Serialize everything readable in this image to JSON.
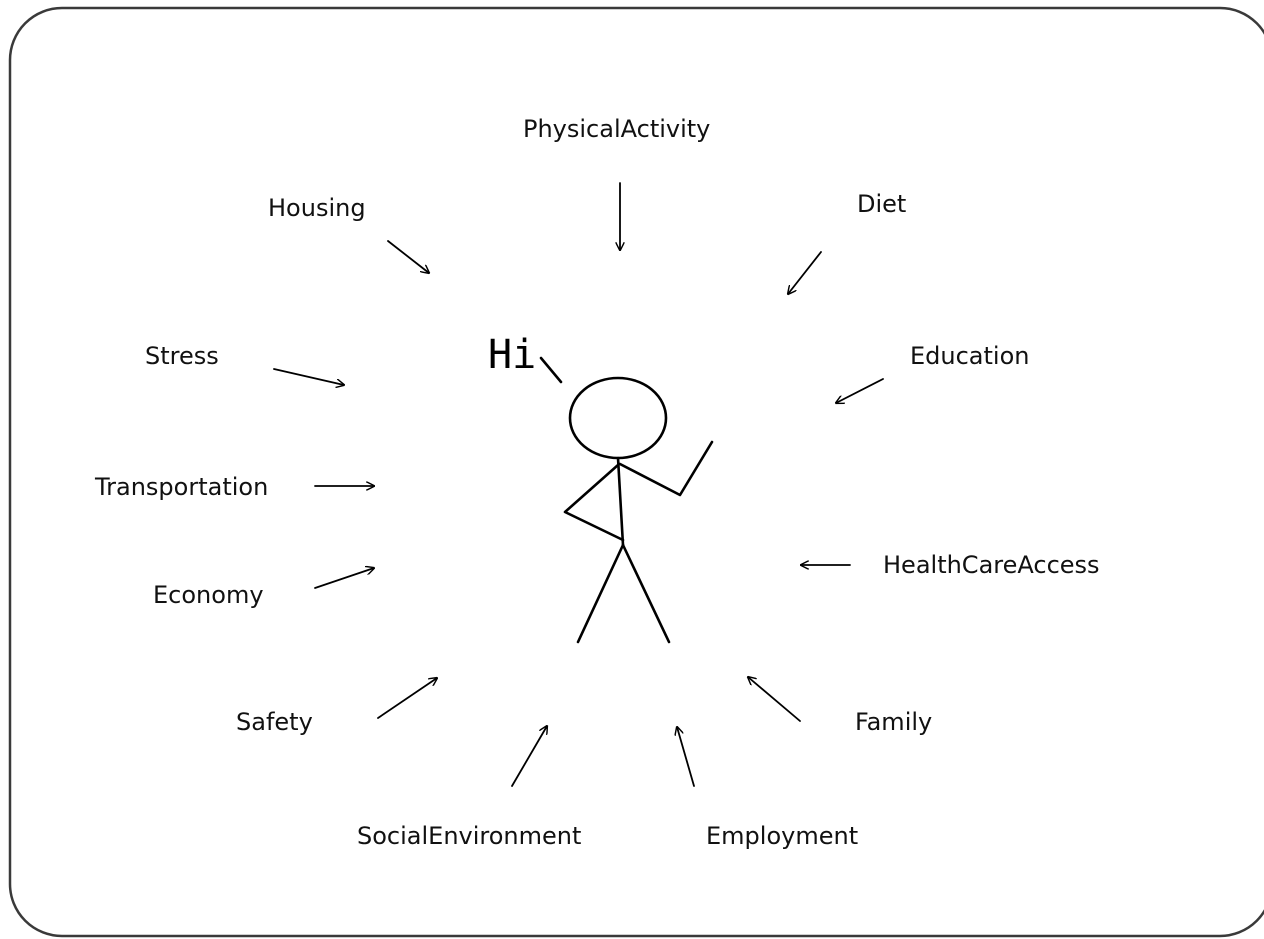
{
  "greeting": "Hi",
  "factors": {
    "physical_activity": "PhysicalActivity",
    "housing": "Housing",
    "diet": "Diet",
    "stress": "Stress",
    "education": "Education",
    "transportation": "Transportation",
    "health_care_access": "HealthCareAccess",
    "economy": "Economy",
    "safety": "Safety",
    "family": "Family",
    "social_environment": "SocialEnvironment",
    "employment": "Employment"
  }
}
